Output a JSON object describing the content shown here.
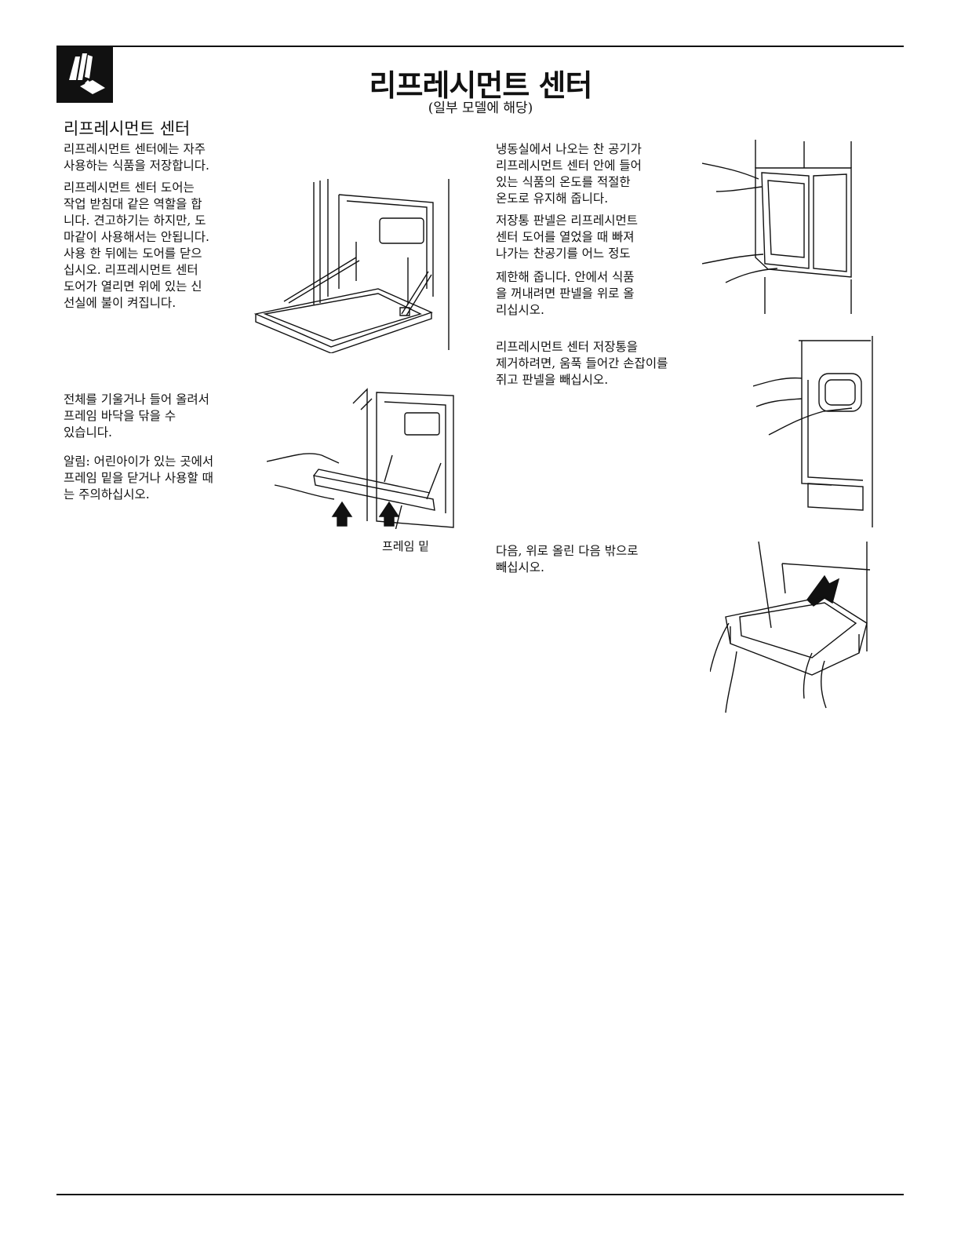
{
  "header": {
    "title": "리프레시먼트 센터",
    "subtitle": "(일부 모델에 해당)"
  },
  "section": {
    "heading": "리프레시먼트 센터"
  },
  "left_column": {
    "p1": "리프레시먼트 센터에는 자주\n사용하는 식품을 저장합니다.",
    "p2": "리프레시먼트 센터 도어는\n작업 받침대 같은 역할을 합\n니다. 견고하기는 하지만, 도\n마같이 사용해서는 안됩니다.\n사용 한 뒤에는 도어를 닫으\n십시오. 리프레시먼트 센터\n도어가 열리면 위에 있는 신\n선실에 불이 켜집니다.",
    "p3": "전체를 기울거나 들어 올려서\n프레임 바닥을 닦을 수\n있습니다.",
    "p4": "알림: 어린아이가 있는 곳에서\n프레임 밑을 닫거나 사용할 때\n는 주의하십시오.",
    "figure_label": "프레임 밑"
  },
  "right_column": {
    "p1": "냉동실에서 나오는 찬 공기가\n리프레시먼트 센터 안에 들어\n있는 식품의 온도를 적절한\n온도로 유지해 줍니다.",
    "p2": "저장통 판넬은 리프레시먼트\n센터 도어를 열었을 때 빠져\n나가는 찬공기를 어느 정도",
    "p3": "제한해 줍니다. 안에서 식품\n을 꺼내려면 판넬을 위로 올\n리십시오.",
    "p4": "리프레시먼트 센터 저장통을\n제거하려면, 움푹 들어간 손잡이를\n쥐고 판넬을 빼십시오.",
    "p5": "다음, 위로 올린 다음 밖으로\n빼십시오."
  }
}
